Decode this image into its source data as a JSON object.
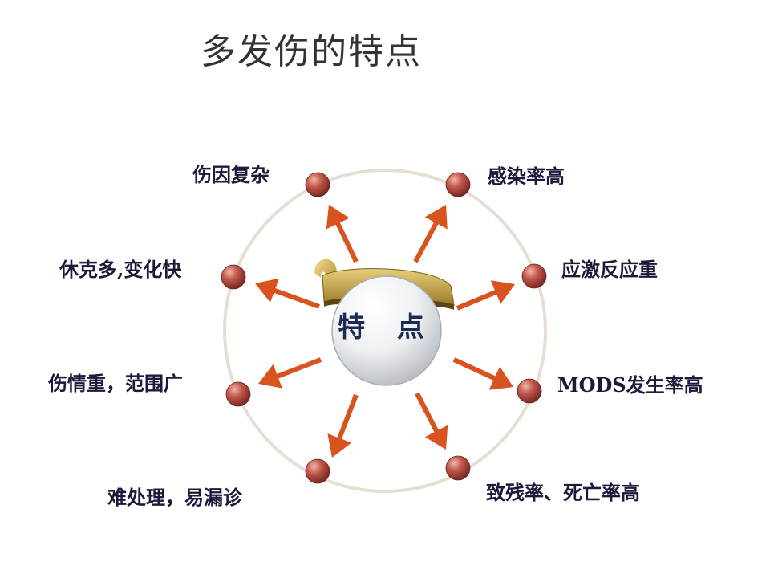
{
  "title": "多发伤的特点",
  "center": {
    "label": "特 点"
  },
  "items": [
    {
      "label": "伤因复杂"
    },
    {
      "label": "感染率高"
    },
    {
      "label": "休克多,变化快"
    },
    {
      "label": "应激反应重"
    },
    {
      "label": "伤情重，范围广"
    },
    {
      "label": "MODS发生率高"
    },
    {
      "label": "难处理，易漏诊"
    },
    {
      "label": "致残率、死亡率高"
    }
  ],
  "colors": {
    "arrow": "#d9531e",
    "node": "#a8403a",
    "ring": "#e8e0d8",
    "center_cap": "#c8a84a",
    "text": "#1a1a3a"
  }
}
